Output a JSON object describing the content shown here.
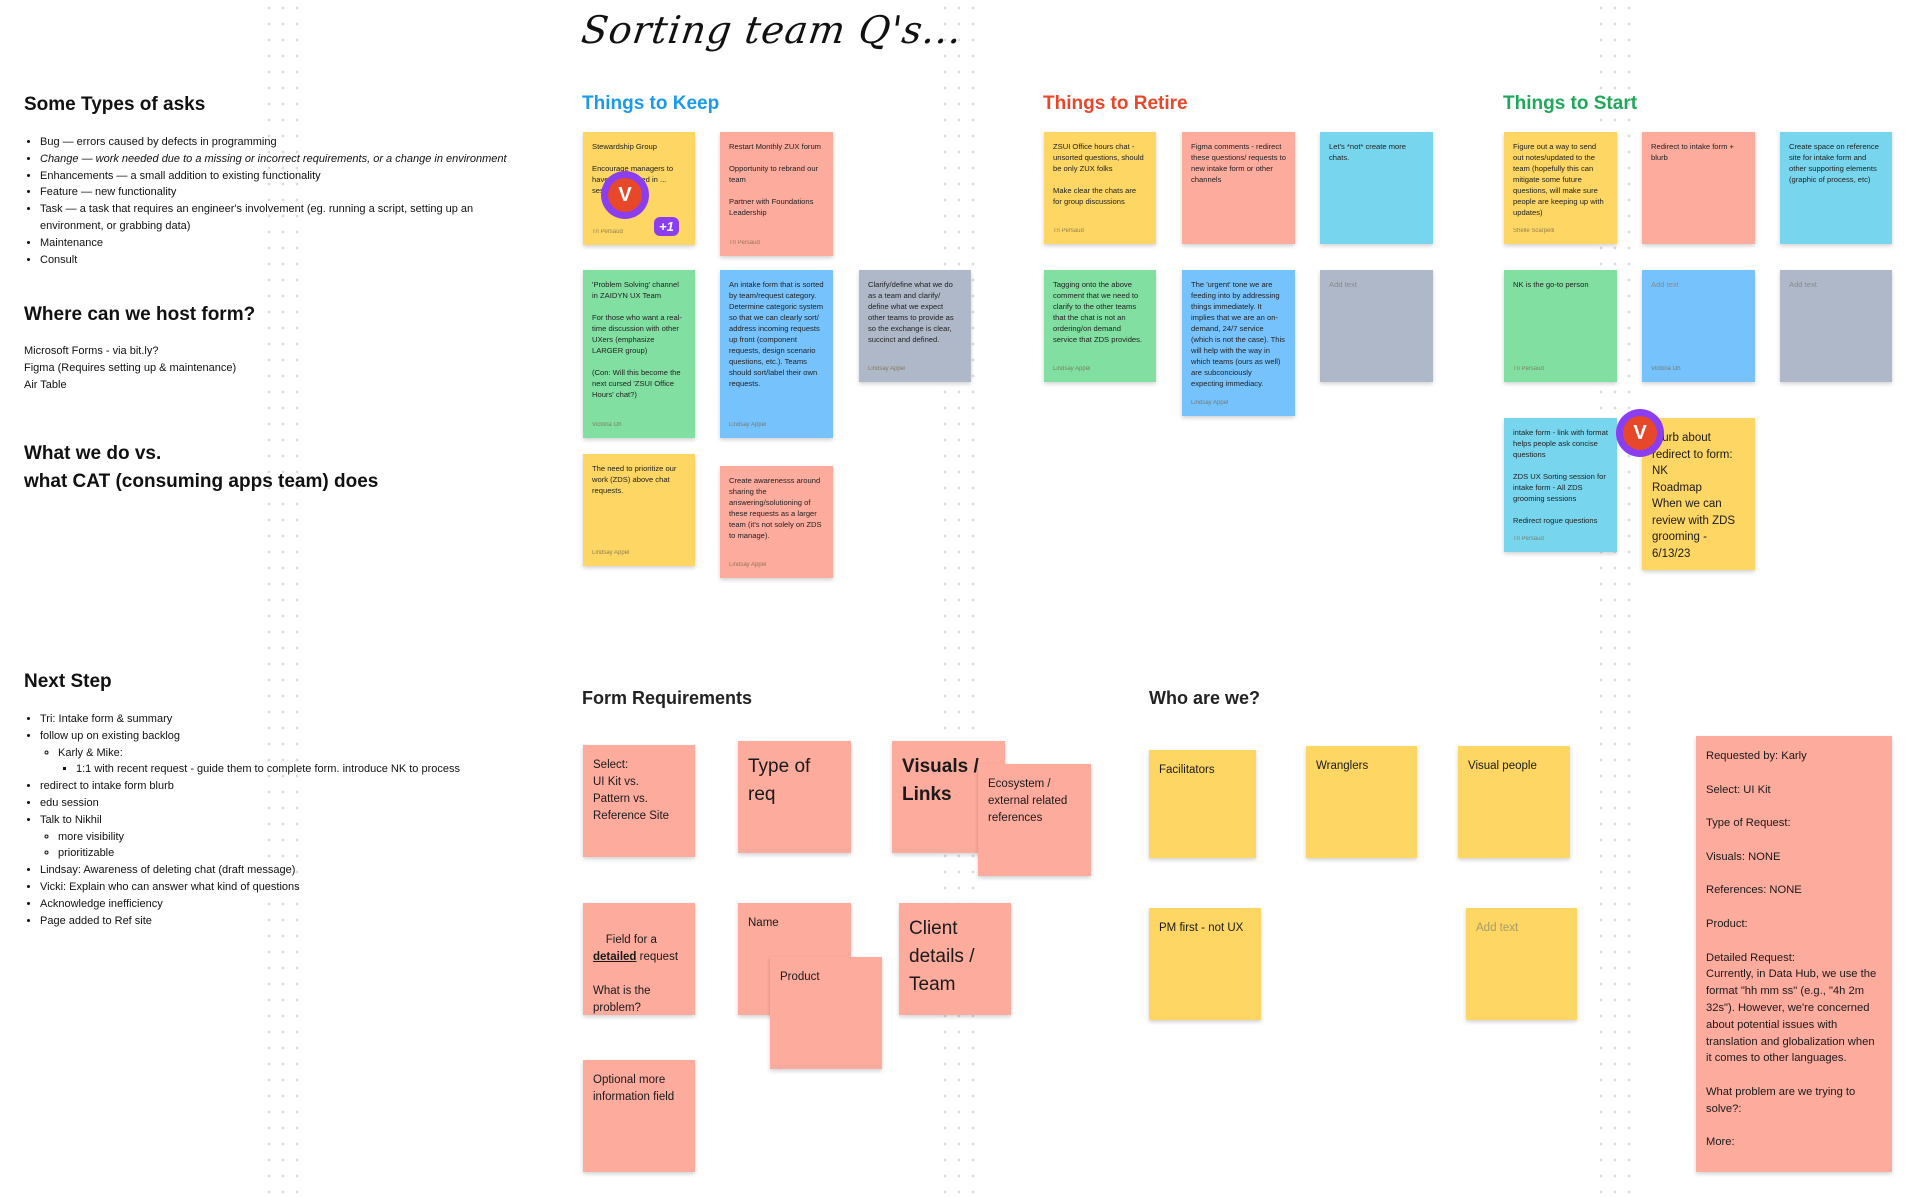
{
  "board": {
    "title": "Sorting team Q's...",
    "left": {
      "asks": {
        "heading": "Some Types of asks",
        "items": [
          "Bug — errors caused by defects in programming",
          "Change — work needed due to a missing or incorrect requirements, or a change in environment",
          "Enhancements — a small addition to existing functionality",
          "Feature — new functionality",
          "Task — a task that requires an engineer's involvement (eg. running a script, setting up an environment, or grabbing data)",
          "Maintenance",
          "Consult"
        ]
      },
      "host": {
        "heading": "Where can we host form?",
        "lines": [
          "Microsoft Forms - via bit.ly?",
          "Figma (Requires setting up & maintenance)",
          "Air Table"
        ]
      },
      "what": {
        "heading_1": "What we do vs.",
        "heading_2": "what CAT (consuming apps team) does"
      },
      "next": {
        "heading": "Next Step",
        "items": {
          "tri": "Tri: Intake form & summary",
          "follow": "follow up on existing  backlog",
          "karly": "Karly & Mike:",
          "one_on_one": "1:1 with recent request  - guide them to complete form. introduce NK to process",
          "redirect": "redirect to intake form blurb",
          "edu": "edu session",
          "nikhil": "Talk to Nikhil",
          "visibility": "more visibility",
          "prioritizable": "prioritizable",
          "lindsay": "Lindsay: Awareness of deleting chat (draft message)",
          "vicki": "Vicki: Explain who can answer what kind of questions",
          "ack": "Acknowledge inefficiency",
          "page": "Page added to Ref site"
        }
      }
    },
    "columns": {
      "keep": {
        "heading": "Things to Keep",
        "color": "#1a9ae8"
      },
      "retire": {
        "heading": "Things to Retire",
        "color": "#e8472a"
      },
      "start": {
        "heading": "Things to Start",
        "color": "#1ea85a"
      }
    },
    "stickies": {
      "k1": {
        "text": "Stewardship Group\n\nEncourage managers to have ... be asked in ... sessions",
        "author": "Tri Persaud"
      },
      "k2": {
        "text": "Restart Monthly ZUX forum\n\nOpportunity to rebrand our team\n\nPartner with Foundations Leadership",
        "author": "Tri Persaud"
      },
      "k3": {
        "text": "'Problem Solving' channel in ZAIDYN UX Team\n\nFor those who want a real-time discussion with other UXers (emphasize LARGER group)\n\n(Con: Will this become the next cursed 'ZSUI Office Hours' chat?)",
        "author": "Victoria Oh"
      },
      "k4": {
        "text": "An intake form that is sorted by team/request category. Determine categoric system so that we can clearly sort/ address incoming requests up front (component requests, design scenario questions, etc.). Teams should sort/label their own requests.",
        "author": "Lindsay Appel"
      },
      "k5": {
        "text": "Clarify/define what we do as a team and clarify/ define what we expect other teams to provide as so the exchange is clear, succinct and defined.",
        "author": "Lindsay Appel"
      },
      "k6": {
        "text": "The need to prioritize our work (ZDS) above chat requests.",
        "author": "Lindsay Appel"
      },
      "k7": {
        "text": "Create awarenesss around sharing the answering/solutioning of these requests as a larger team (it's not solely on ZDS to manage).",
        "author": "Lindsay Appel"
      },
      "r1": {
        "text": "ZSUI Office hours chat - unsorted questions, should be only ZUX folks\n\nMake clear the chats are for group discussions",
        "author": "Tri Persaud"
      },
      "r2": {
        "text": "Figma comments - redirect these questions/ requests to new intake form or other channels",
        "author": ""
      },
      "r3": {
        "text": "Let's *not* create more chats.",
        "author": ""
      },
      "r4": {
        "text": "Tagging onto the above comment that we need to clarify to the other teams that the chat is not an ordering/on demand service that ZDS provides.",
        "author": "Lindsay Appel"
      },
      "r5": {
        "text": "The 'urgent' tone we are feeding into by addressing things immediately. It implies that we are an on-demand, 24/7 service (which is not the case). This will help with the way in which teams (ours as well) are subconciously expecting immediacy.",
        "author": "Lindsay Appel"
      },
      "r6": {
        "text": "Add text",
        "author": ""
      },
      "s1": {
        "text": "Figure out a way to send out notes/updated to the team (hopefully this can mitigate some future questions, will make sure people are keeping up with updates)",
        "author": "Shelle Scarpelli"
      },
      "s2": {
        "text": "Redirect to intake form + blurb",
        "author": ""
      },
      "s3": {
        "text": "Create space on reference site for intake form and other supporting elements (graphic of process, etc)",
        "author": ""
      },
      "s4": {
        "text": "NK is the go-to person",
        "author": "Tri Persaud"
      },
      "s5": {
        "text": "Add text",
        "author": "Victoria Oh"
      },
      "s6": {
        "text": "Add text",
        "author": ""
      },
      "s7": {
        "text": "intake form - link with format helps people ask concise questions\n\nZDS UX Sorting session for intake form - All ZDS grooming sessions\n\nRedirect rogue questions",
        "author": "Tri Persaud"
      },
      "s8": {
        "text": "Blurb about redirect to form:\nNK\nRoadmap\nWhen we can review with ZDS grooming - 6/13/23"
      }
    },
    "form": {
      "heading": "Form Requirements",
      "select": "Select:\nUI Kit vs.\nPattern vs.\nReference Site",
      "type": "Type of req",
      "visuals": "Visuals / Links",
      "eco": "Ecosystem / external related references",
      "field_pre": "Field for a ",
      "field_bold": "detailed",
      "field_post": " request",
      "field_q": "What is the problem?",
      "name": "Name",
      "product": "Product",
      "client": "Client details / Team",
      "optional": "Optional more information field"
    },
    "who": {
      "heading": "Who are we?",
      "facilitators": "Facilitators",
      "wranglers": "Wranglers",
      "visual": "Visual people",
      "pm": "PM first - not UX",
      "add": "Add text"
    },
    "request": {
      "text": "Requested by: Karly\n\nSelect: UI Kit\n\nType of Request:\n\nVisuals: NONE\n\nReferences: NONE\n\nProduct:\n\nDetailed Request:\nCurrently, in Data Hub, we use the format \"hh mm ss\" (e.g., \"4h 2m 32s\"). However, we're concerned about potential issues with translation and globalization when it comes to other languages.\n\nWhat problem are we trying to solve?:\n\nMore:"
    },
    "avatars": {
      "letter": "V",
      "badge": "+1"
    }
  }
}
